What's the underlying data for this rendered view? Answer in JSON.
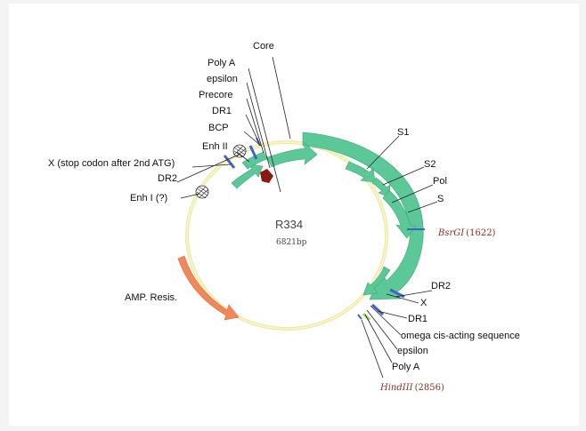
{
  "plasmid": {
    "name": "R334",
    "size": "6821bp"
  },
  "colors": {
    "backbone": "#efe9a0",
    "gene": "#5cc898",
    "gene_stroke": "#3aa777",
    "amp": "#f3875a",
    "amp_stroke": "#d66a3e",
    "marker": "#3f63c8",
    "marker_green": "#9bd64c",
    "marker_dark": "#8a1a10",
    "restriction": "#8a3020"
  },
  "labels": {
    "core": "Core",
    "polyA_top": "Poly A",
    "epsilon_top": "epsilon",
    "precore": "Precore",
    "dr1_top": "DR1",
    "bcp": "BCP",
    "enh2": "Enh II",
    "x_stop": "X (stop codon after 2nd ATG)",
    "dr2_left": "DR2",
    "enh1": "Enh I (?)",
    "s1": "S1",
    "s2": "S2",
    "pol": "Pol",
    "s": "S",
    "dr2_right": "DR2",
    "x_right": "X",
    "dr1_bottom": "DR1",
    "omega": "omega cis-acting sequence",
    "epsilon_bottom": "epsilon",
    "polyA_bottom": "Poly A",
    "amp": "AMP. Resis."
  },
  "restriction_sites": {
    "bsrgi": {
      "name": "BsrGI",
      "pos": "(1622)"
    },
    "hindiii": {
      "name": "HindIII",
      "pos": "(2856)"
    }
  }
}
